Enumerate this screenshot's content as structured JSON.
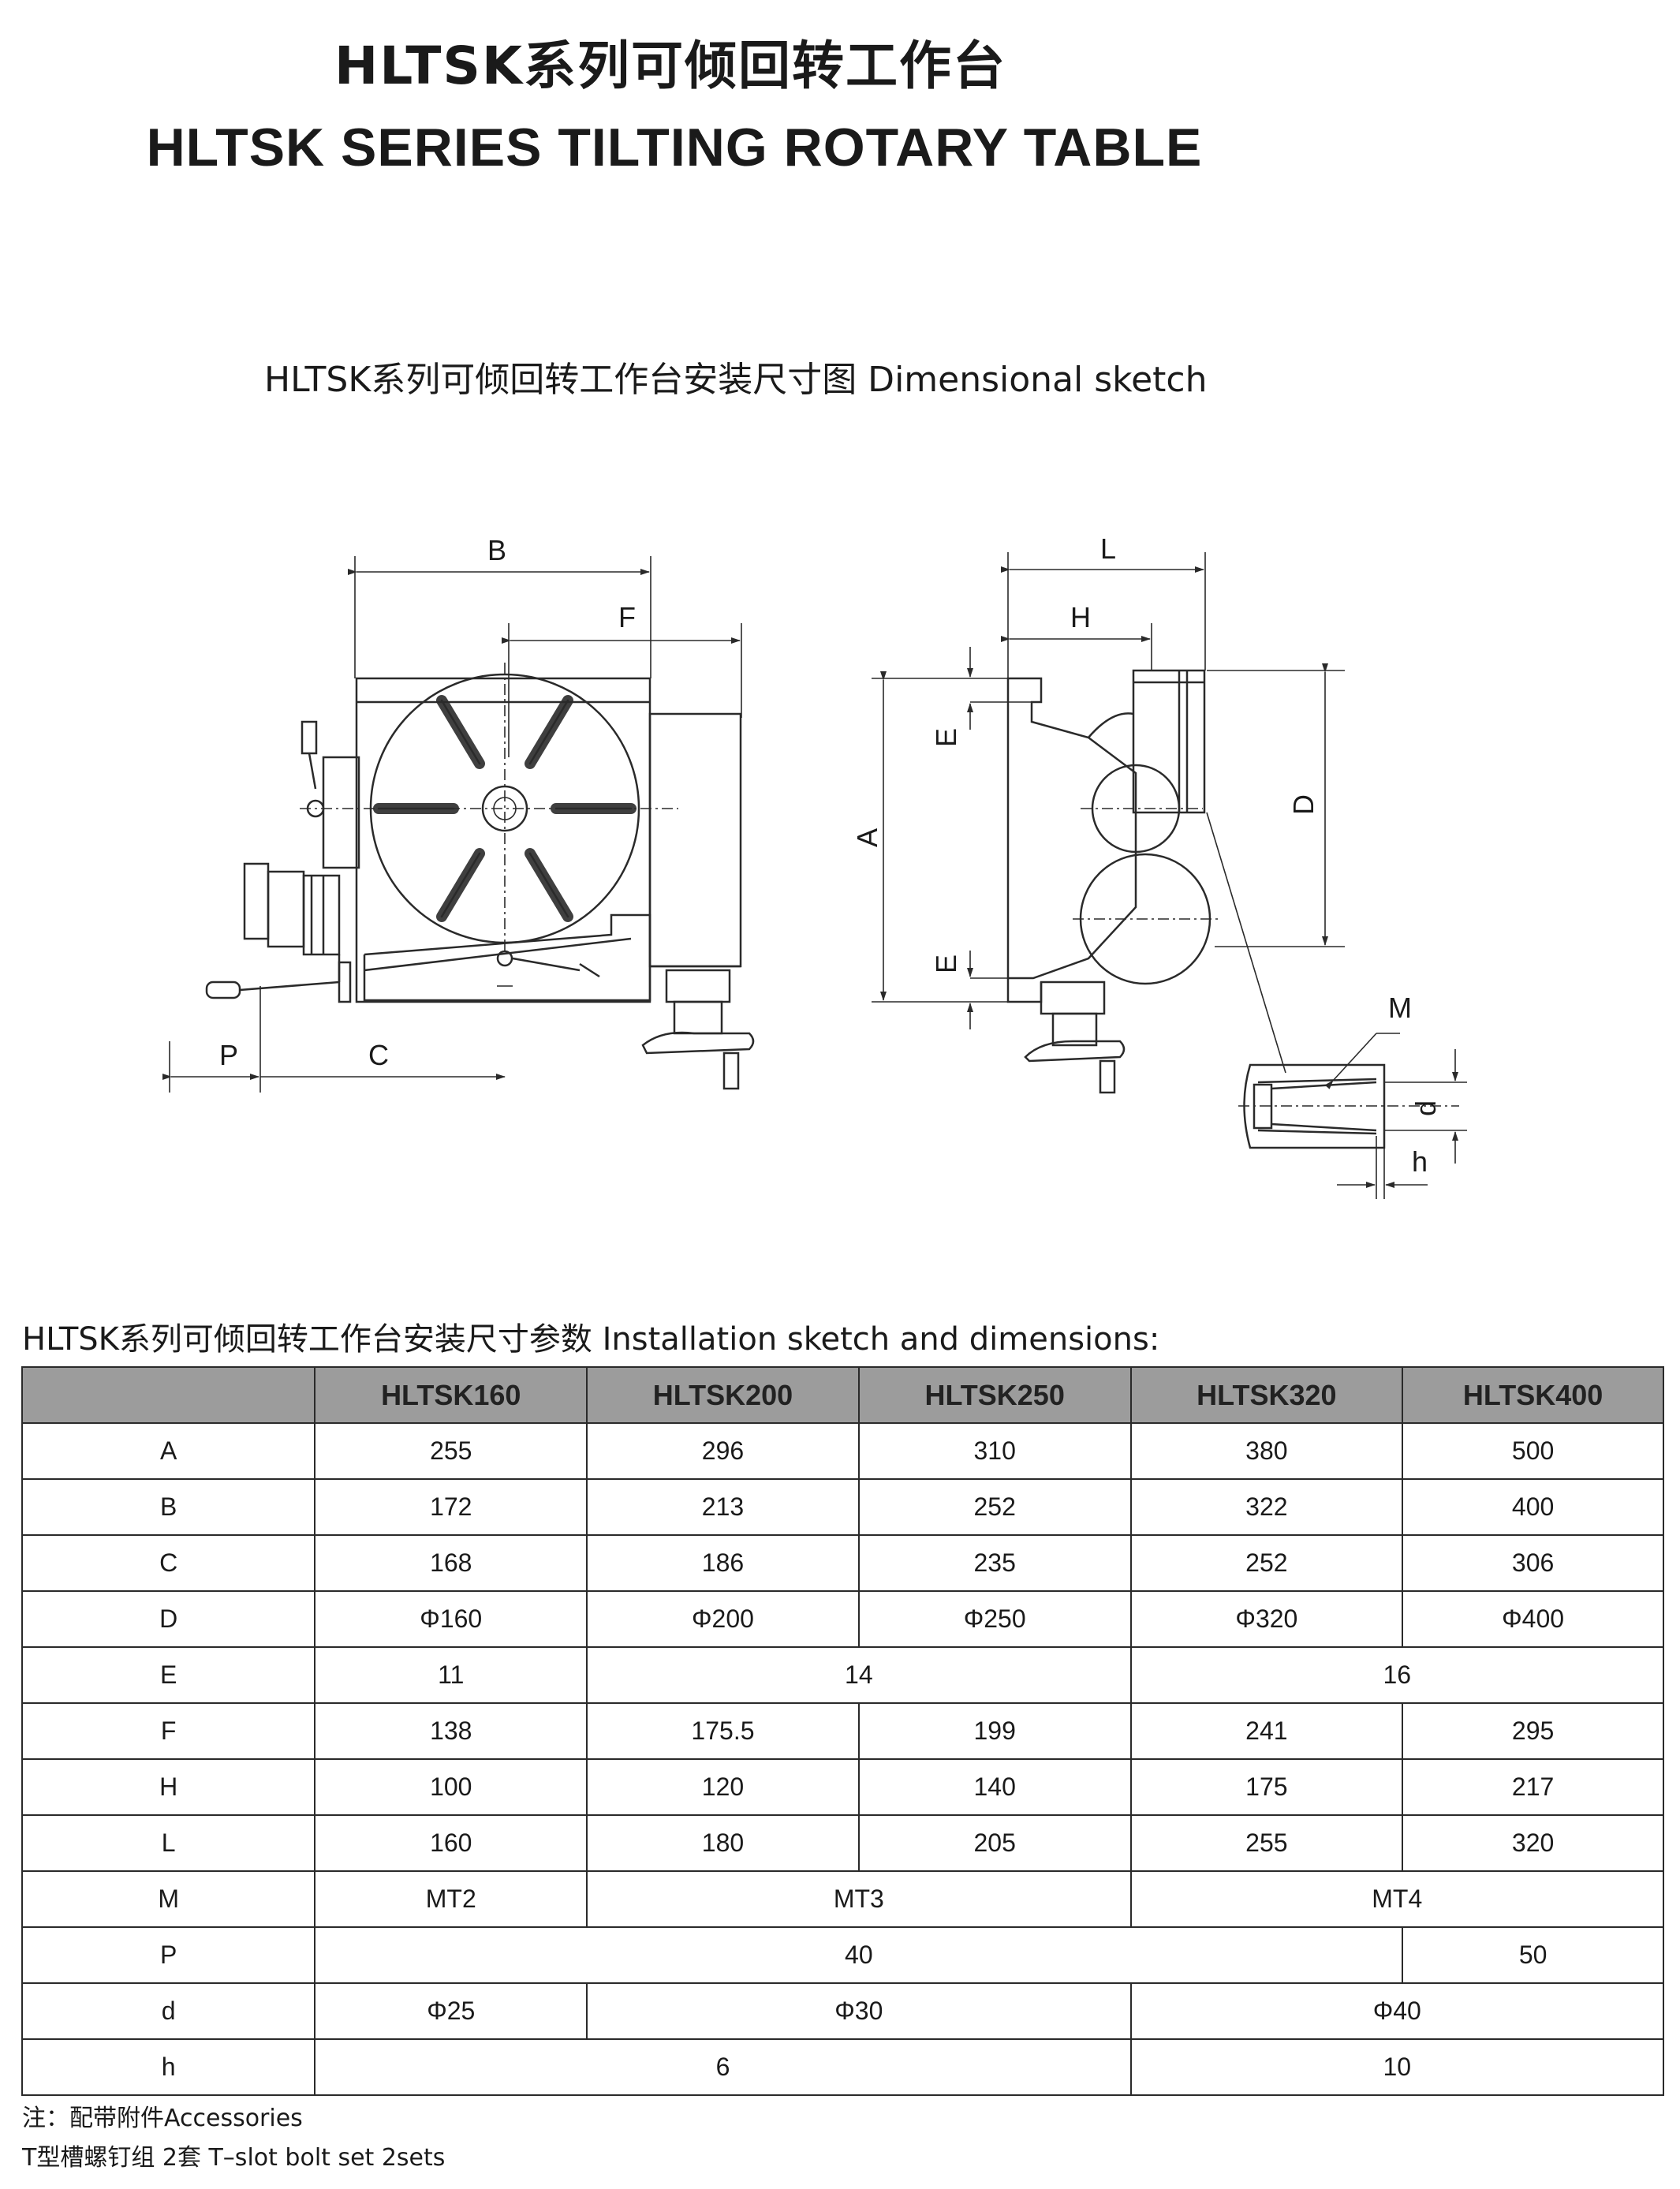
{
  "header": {
    "title_cn": "HLTSK系列可倾回转工作台",
    "title_en": "HLTSK SERIES TILTING ROTARY TABLE"
  },
  "sketch": {
    "title": "HLTSK系列可倾回转工作台安装尺寸图 Dimensional sketch",
    "labels": {
      "B": "B",
      "F": "F",
      "P": "P",
      "C": "C",
      "L": "L",
      "H": "H",
      "E_top": "E",
      "A": "A",
      "E_bottom": "E",
      "D": "D",
      "M": "M",
      "d": "d",
      "h": "h"
    }
  },
  "table": {
    "title": "HLTSK系列可倾回转工作台安装尺寸参数 Installation sketch and dimensions:",
    "columns": [
      "HLTSK160",
      "HLTSK200",
      "HLTSK250",
      "HLTSK320",
      "HLTSK400"
    ],
    "rows": [
      {
        "label": "A",
        "cells": [
          {
            "v": "255",
            "span": 1
          },
          {
            "v": "296",
            "span": 1
          },
          {
            "v": "310",
            "span": 1
          },
          {
            "v": "380",
            "span": 1
          },
          {
            "v": "500",
            "span": 1
          }
        ]
      },
      {
        "label": "B",
        "cells": [
          {
            "v": "172",
            "span": 1
          },
          {
            "v": "213",
            "span": 1
          },
          {
            "v": "252",
            "span": 1
          },
          {
            "v": "322",
            "span": 1
          },
          {
            "v": "400",
            "span": 1
          }
        ]
      },
      {
        "label": "C",
        "cells": [
          {
            "v": "168",
            "span": 1
          },
          {
            "v": "186",
            "span": 1
          },
          {
            "v": "235",
            "span": 1
          },
          {
            "v": "252",
            "span": 1
          },
          {
            "v": "306",
            "span": 1
          }
        ]
      },
      {
        "label": "D",
        "cells": [
          {
            "v": "Φ160",
            "span": 1
          },
          {
            "v": "Φ200",
            "span": 1
          },
          {
            "v": "Φ250",
            "span": 1
          },
          {
            "v": "Φ320",
            "span": 1
          },
          {
            "v": "Φ400",
            "span": 1
          }
        ]
      },
      {
        "label": "E",
        "cells": [
          {
            "v": "11",
            "span": 1
          },
          {
            "v": "14",
            "span": 2
          },
          {
            "v": "16",
            "span": 2
          }
        ]
      },
      {
        "label": "F",
        "cells": [
          {
            "v": "138",
            "span": 1
          },
          {
            "v": "175.5",
            "span": 1
          },
          {
            "v": "199",
            "span": 1
          },
          {
            "v": "241",
            "span": 1
          },
          {
            "v": "295",
            "span": 1
          }
        ]
      },
      {
        "label": "H",
        "cells": [
          {
            "v": "100",
            "span": 1
          },
          {
            "v": "120",
            "span": 1
          },
          {
            "v": "140",
            "span": 1
          },
          {
            "v": "175",
            "span": 1
          },
          {
            "v": "217",
            "span": 1
          }
        ]
      },
      {
        "label": "L",
        "cells": [
          {
            "v": "160",
            "span": 1
          },
          {
            "v": "180",
            "span": 1
          },
          {
            "v": "205",
            "span": 1
          },
          {
            "v": "255",
            "span": 1
          },
          {
            "v": "320",
            "span": 1
          }
        ]
      },
      {
        "label": "M",
        "cells": [
          {
            "v": "MT2",
            "span": 1
          },
          {
            "v": "MT3",
            "span": 2
          },
          {
            "v": "MT4",
            "span": 2
          }
        ]
      },
      {
        "label": "P",
        "cells": [
          {
            "v": "40",
            "span": 4
          },
          {
            "v": "50",
            "span": 1
          }
        ]
      },
      {
        "label": "d",
        "cells": [
          {
            "v": "Φ25",
            "span": 1
          },
          {
            "v": "Φ30",
            "span": 2
          },
          {
            "v": "Φ40",
            "span": 2
          }
        ]
      },
      {
        "label": "h",
        "cells": [
          {
            "v": "6",
            "span": 3
          },
          {
            "v": "10",
            "span": 2
          }
        ]
      }
    ]
  },
  "notes": {
    "accessories": "注：配带附件Accessories",
    "bolt_set": "T型槽螺钉组  2套    T–slot bolt set  2sets"
  }
}
